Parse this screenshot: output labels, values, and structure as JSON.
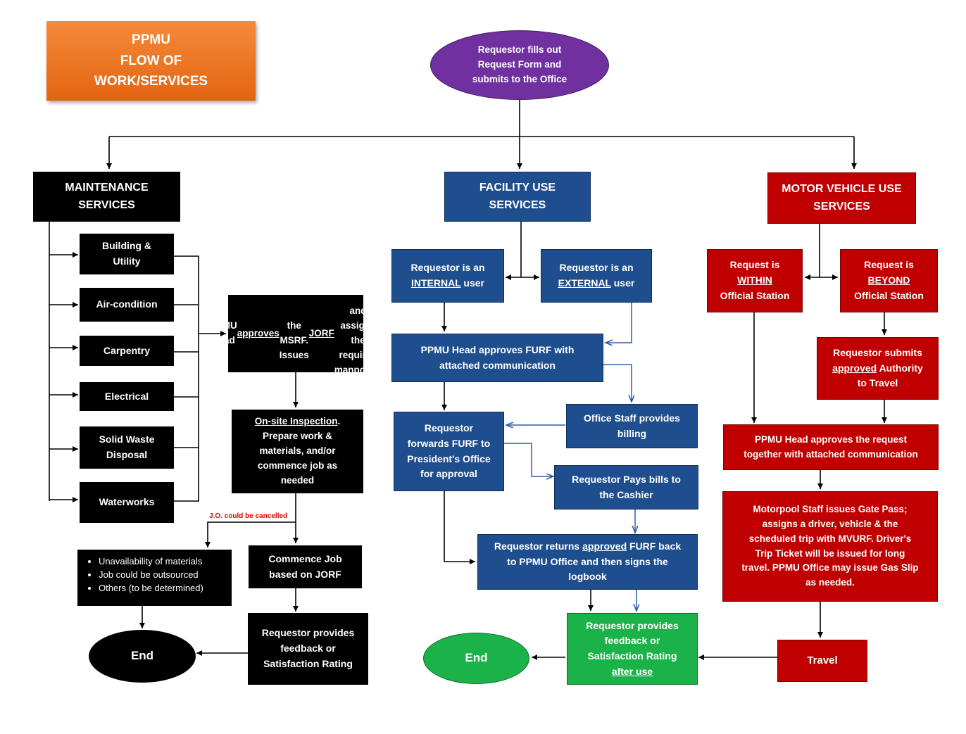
{
  "title": {
    "lines": [
      "PPMU",
      "FLOW OF",
      "WORK/SERVICES"
    ]
  },
  "start": "Requestor fills out\nRequest Form and\nsubmits to the Office",
  "maintenance": {
    "header": "MAINTENANCE\nSERVICES",
    "categories": [
      "Building &\nUtility",
      "Air-condition",
      "Carpentry",
      "Electrical",
      "Solid Waste\nDisposal",
      "Waterworks"
    ],
    "approves": {
      "a": "PPMU Head ",
      "u": "approves",
      "b": "\nthe MSRF. Issues ",
      "u2": "JORF",
      "c": "\nand assigns the\nrequired manpower"
    },
    "inspection": {
      "u": "On-site Inspection",
      "b": ".\nPrepare work &\nmaterials, and/or\ncommence job as\nneeded"
    },
    "cancel_note": "J.O. could be cancelled",
    "reasons": [
      "Unavailability of materials",
      "Job could be outsourced",
      "Others (to be determined)"
    ],
    "commence": "Commence Job\nbased on JORF",
    "feedback": "Requestor provides\nfeedback or\nSatisfaction Rating",
    "end": "End"
  },
  "facility": {
    "header": "FACILITY USE\nSERVICES",
    "internal": {
      "a": "Requestor is an\n",
      "u": "INTERNAL",
      "b": " user"
    },
    "external": {
      "a": "Requestor is an\n",
      "u": "EXTERNAL",
      "b": " user"
    },
    "approves": "PPMU Head approves FURF with\nattached communication",
    "billing": "Office Staff provides\nbilling",
    "forwards": "Requestor\nforwards FURF to\nPresident's Office\nfor approval",
    "pays": "Requestor Pays bills to\nthe Cashier",
    "returns": {
      "a": "Requestor returns ",
      "u": "approved",
      "b": " FURF back\nto PPMU Office and then signs the\nlogbook"
    },
    "feedback": {
      "a": "Requestor provides\nfeedback or\nSatisfaction Rating\n",
      "u": "after use"
    },
    "end": "End"
  },
  "motor": {
    "header": "MOTOR VEHICLE USE\nSERVICES",
    "within": {
      "a": "Request is\n",
      "u": "WITHIN",
      "b": "\nOfficial Station"
    },
    "beyond": {
      "a": "Request is\n",
      "u": "BEYOND",
      "b": "\nOfficial Station"
    },
    "authority": {
      "a": "Requestor submits\n",
      "u": "approved",
      "b": " Authority\nto Travel"
    },
    "approves": "PPMU Head approves the request\ntogether with attached communication",
    "motorpool": "Motorpool Staff issues Gate Pass;\nassigns a driver, vehicle & the\nscheduled trip with MVURF. Driver's\nTrip Ticket will be issued for long\ntravel. PPMU Office may issue Gas Slip\nas needed.",
    "travel": "Travel"
  },
  "colors": {
    "black": "#000000",
    "blue": "#1f4e8f",
    "red": "#c00000",
    "green": "#1cb24a",
    "purple": "#7030a0",
    "orange": "#ee7b26"
  }
}
